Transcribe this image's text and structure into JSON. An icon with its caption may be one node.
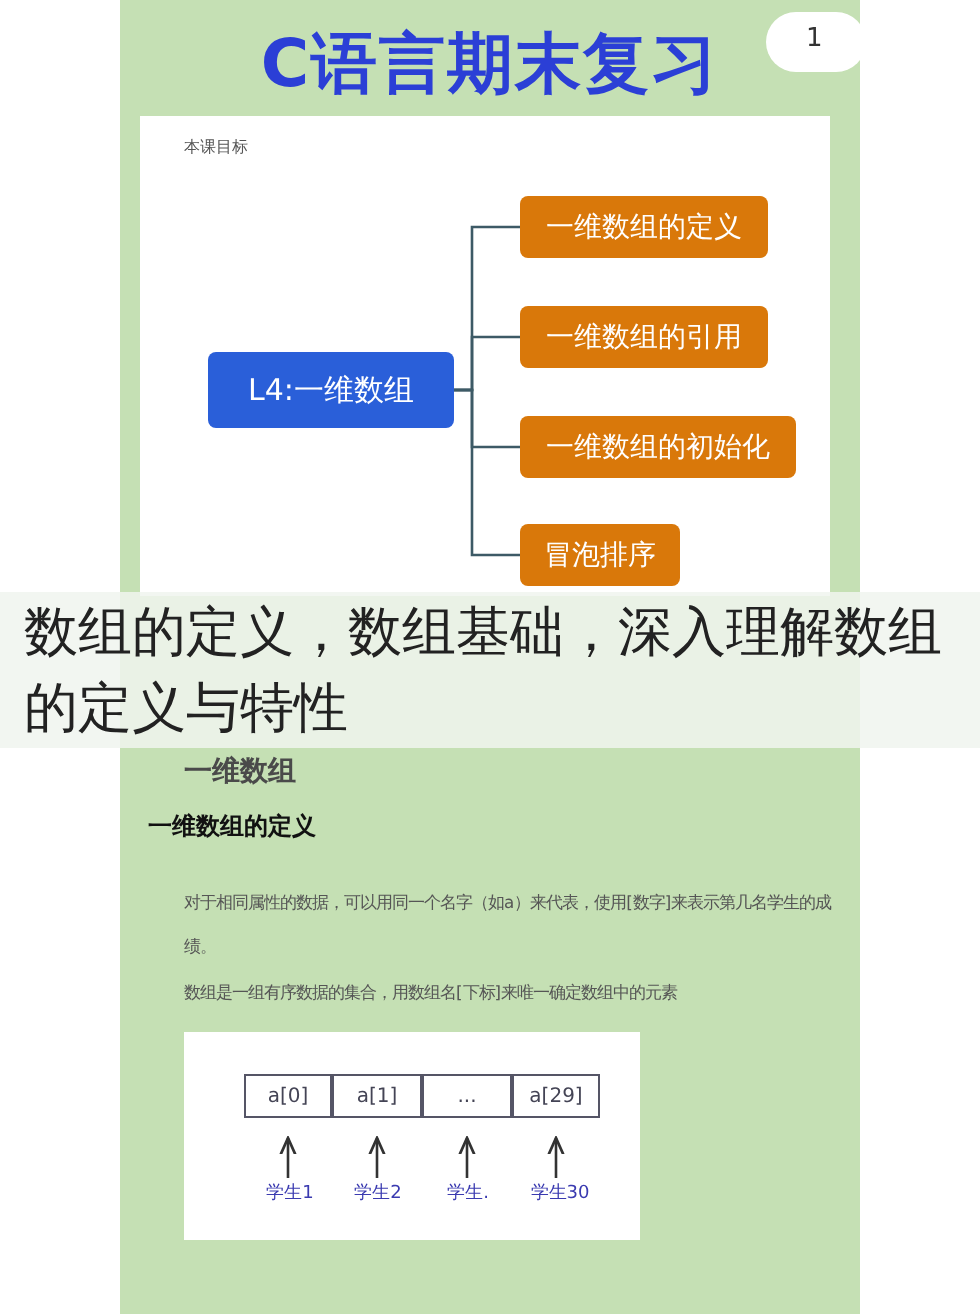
{
  "diagram": {
    "title": "C语言期末复习",
    "caption": "数组的定义，数组基础，深入理解数组的定义与特性",
    "nodes": [
      {
        "text": [
          "L4:一维数组"
        ]
      },
      {
        "text": [
          "一维数组的定义"
        ]
      },
      {
        "text": [
          "一维数组的引用"
        ]
      },
      {
        "text": [
          "一维数组的初始化"
        ]
      },
      {
        "text": [
          "冒泡排序"
        ]
      },
      {
        "text": [
          "a[0]"
        ]
      },
      {
        "text": [
          "a[1]"
        ]
      },
      {
        "text": [
          "..."
        ]
      },
      {
        "text": [
          "a[29]"
        ]
      },
      {
        "text": [
          "学生1"
        ]
      },
      {
        "text": [
          "学生2"
        ]
      },
      {
        "text": [
          "学生."
        ]
      },
      {
        "text": [
          "学生30"
        ]
      }
    ],
    "edges": [
      {
        "from": 0,
        "to": 1,
        "arrow": "none"
      },
      {
        "from": 0,
        "to": 2,
        "arrow": "none"
      },
      {
        "from": 0,
        "to": 3,
        "arrow": "none"
      },
      {
        "from": 0,
        "to": 4,
        "arrow": "none"
      },
      {
        "from": 9,
        "to": 5,
        "arrow": "to"
      },
      {
        "from": 10,
        "to": 6,
        "arrow": "to"
      },
      {
        "from": 11,
        "to": 7,
        "arrow": "to"
      },
      {
        "from": 12,
        "to": 8,
        "arrow": "to"
      }
    ],
    "labels": [
      "1",
      "本课目标",
      "一维数组",
      "一维数组的定义",
      "对于相同属性的数据，可以用同一个名字（如a）来代表，使用[数字]来表示第几名学生的成绩。",
      "数组是一组有序数据的集合，用数组名[下标]来唯一确定数组中的元素"
    ]
  }
}
